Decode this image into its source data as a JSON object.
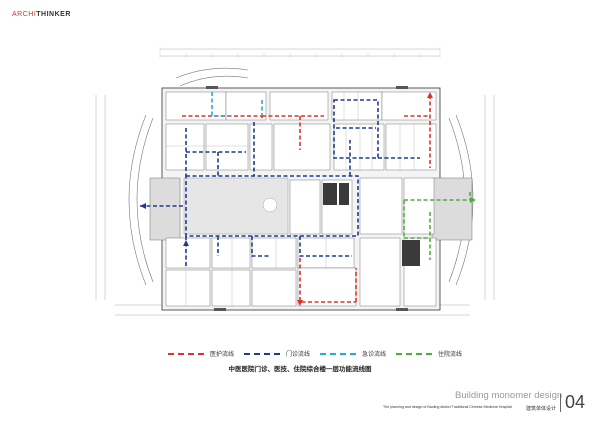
{
  "logo": {
    "part1": "ARCHI",
    "part2": "THINKER"
  },
  "legend": [
    {
      "label": "医护流线",
      "color": "#e0302a"
    },
    {
      "label": "门诊流线",
      "color": "#1f3b8c"
    },
    {
      "label": "急诊流线",
      "color": "#29a8d8"
    },
    {
      "label": "住院流线",
      "color": "#4caf3a"
    }
  ],
  "caption": {
    "title": "中医医院门诊、医技、住院综合楼一层功能流线图"
  },
  "footer": {
    "heading": "Building monomer design",
    "subtitle": "The planning and design of Baoling district Traditional Chinese Medicine Hospital",
    "section_cn": "建筑单体设计",
    "page_number": "04"
  }
}
